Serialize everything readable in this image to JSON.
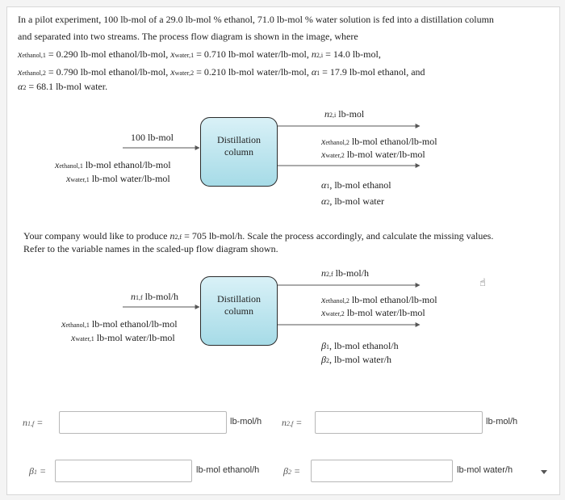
{
  "problem": {
    "intro_line1": "In a pilot experiment, 100 lb-mol of a 29.0 lb-mol % ethanol, 71.0 lb-mol % water solution is fed into a distillation column",
    "intro_line2": "and separated into two streams. The process flow diagram is shown in the image, where",
    "line3_var1": "x",
    "line3_sub1": "ethanol,1",
    "line3_text1": " = 0.290 lb-mol ethanol/lb-mol, ",
    "line3_var2": "x",
    "line3_sub2": "water,1",
    "line3_text2": " = 0.710 lb-mol water/lb-mol, ",
    "line3_var3": "n",
    "line3_sub3": "2,i",
    "line3_text3": " = 14.0 lb-mol,",
    "line4_var1": "x",
    "line4_sub1": "ethanol,2",
    "line4_text1": " = 0.790 lb-mol ethanol/lb-mol, ",
    "line4_var2": "x",
    "line4_sub2": "water,2",
    "line4_text2": " = 0.210 lb-mol water/lb-mol, ",
    "line4_var3": "α",
    "line4_sub3": "1",
    "line4_text3": " = 17.9 lb-mol ethanol, and",
    "line5_var": "α",
    "line5_sub": "2",
    "line5_text": " = 68.1 lb-mol water."
  },
  "diagram1": {
    "column_label": "Distillation column",
    "feed_amount": "100 lb-mol",
    "feed_x_eth_var": "x",
    "feed_x_eth_sub": "ethanol,1",
    "feed_x_eth_unit": "lb-mol ethanol/lb-mol",
    "feed_x_wat_var": "x",
    "feed_x_wat_sub": "water,1",
    "feed_x_wat_unit": "lb-mol water/lb-mol",
    "top_var": "n",
    "top_sub": "2,i",
    "top_unit": "lb-mol",
    "out_x_eth_var": "x",
    "out_x_eth_sub": "ethanol,2",
    "out_x_eth_unit": "lb-mol ethanol/lb-mol",
    "out_x_wat_var": "x",
    "out_x_wat_sub": "water,2",
    "out_x_wat_unit": "lb-mol water/lb-mol",
    "a1_var": "α",
    "a1_sub": "1",
    "a1_unit": ", lb-mol ethanol",
    "a2_var": "α",
    "a2_sub": "2",
    "a2_unit": ", lb-mol water"
  },
  "middle": {
    "line1_a": "Your company would like to produce ",
    "line1_var": "n",
    "line1_sub": "2,f",
    "line1_b": " = 705 lb-mol/h. Scale the process accordingly, and calculate the missing values.",
    "line2": "Refer to the variable names in the scaled-up flow diagram shown."
  },
  "diagram2": {
    "column_label": "Distillation column",
    "feed_var": "n",
    "feed_sub": "1,f",
    "feed_unit": " lb-mol/h",
    "feed_x_eth_var": "x",
    "feed_x_eth_sub": "ethanol,1",
    "feed_x_eth_unit": "lb-mol ethanol/lb-mol",
    "feed_x_wat_var": "x",
    "feed_x_wat_sub": "water,1",
    "feed_x_wat_unit": "lb-mol water/lb-mol",
    "top_var": "n",
    "top_sub": "2,f",
    "top_unit": " lb-mol/h",
    "out_x_eth_var": "x",
    "out_x_eth_sub": "ethanol,2",
    "out_x_eth_unit": "lb-mol ethanol/lb-mol",
    "out_x_wat_var": "x",
    "out_x_wat_sub": "water,2",
    "out_x_wat_unit": "lb-mol water/lb-mol",
    "b1_var": "β",
    "b1_sub": "1",
    "b1_unit": ", lb-mol ethanol/h",
    "b2_var": "β",
    "b2_sub": "2",
    "b2_unit": ", lb-mol water/h"
  },
  "answers": {
    "n1f_label": "n",
    "n1f_sub": "1,f",
    "n1f_eq": " =",
    "n1f_value": "",
    "n1f_unit": "lb-mol/h",
    "n2f_label": "n",
    "n2f_sub": "2,f",
    "n2f_eq": " =",
    "n2f_value": "",
    "n2f_unit": "lb-mol/h",
    "b1_label": "β",
    "b1_sub": "1",
    "b1_eq": " =",
    "b1_value": "",
    "b1_unit": "lb-mol ethanol/h",
    "b2_label": "β",
    "b2_sub": "2",
    "b2_eq": " =",
    "b2_value": "",
    "b2_unit": "lb-mol water/h"
  },
  "colors": {
    "column_fill_top": "#d9f1f7",
    "column_fill_bottom": "#a6dbe7",
    "arrow": "#555555"
  }
}
